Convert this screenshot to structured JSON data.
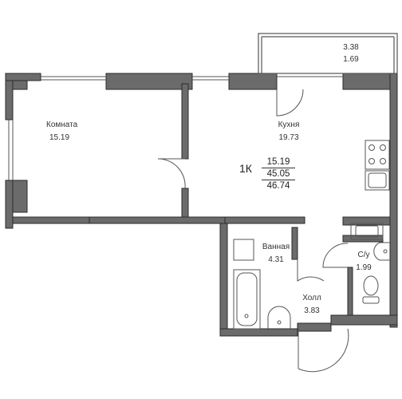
{
  "rooms": {
    "room": {
      "name": "Комната",
      "area": "15.19"
    },
    "kitchen": {
      "name": "Кухня",
      "area": "19.73"
    },
    "bathroom": {
      "name": "Ванная",
      "area": "4.31"
    },
    "wc": {
      "name": "С/у",
      "area": "1.99"
    },
    "hall": {
      "name": "Холл",
      "area": "3.83"
    }
  },
  "balcony": {
    "area_full": "3.38",
    "area_reduced": "1.69"
  },
  "summary": {
    "type": "1К",
    "living_area": "15.19",
    "total_area": "45.05",
    "total_with_balcony": "46.74"
  },
  "colors": {
    "wall": "#6b6b6b",
    "wall_outline": "#2b2b2b",
    "fixture": "#555555"
  }
}
